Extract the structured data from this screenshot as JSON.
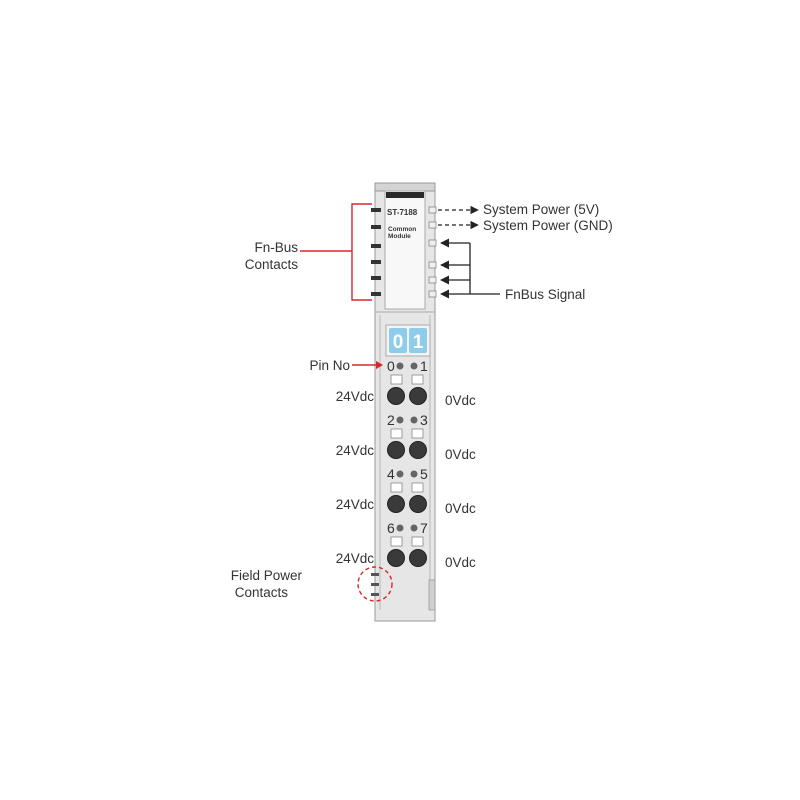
{
  "module": {
    "model": "ST-7188",
    "subtitle_line1": "Common",
    "subtitle_line2": "Module",
    "channel_left": "0",
    "channel_right": "1"
  },
  "labels": {
    "system_power_5v": "System Power (5V)",
    "system_power_gnd": "System Power (GND)",
    "fnbus_signal": "FnBus Signal",
    "fnbus_contacts_line1": "Fn-Bus",
    "fnbus_contacts_line2": "Contacts",
    "pin_no": "Pin No",
    "field_power_line1": "Field Power",
    "field_power_line2": "Contacts"
  },
  "rows": [
    {
      "pin_left": "0",
      "pin_right": "1",
      "left_label": "24Vdc",
      "right_label": "0Vdc"
    },
    {
      "pin_left": "2",
      "pin_right": "3",
      "left_label": "24Vdc",
      "right_label": "0Vdc"
    },
    {
      "pin_left": "4",
      "pin_right": "5",
      "left_label": "24Vdc",
      "right_label": "0Vdc"
    },
    {
      "pin_left": "6",
      "pin_right": "7",
      "left_label": "24Vdc",
      "right_label": "0Vdc"
    }
  ],
  "colors": {
    "callout_red": "#d9262c",
    "module_body": "#e6e6e6",
    "channel_blue": "#8ecde9"
  }
}
